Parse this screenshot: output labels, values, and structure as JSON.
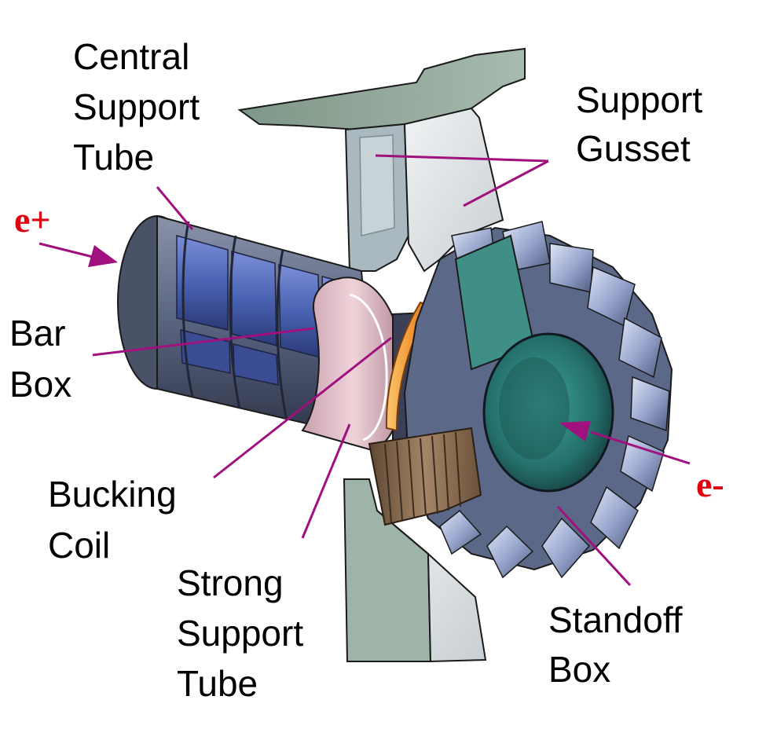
{
  "labels": {
    "central_support_tube": [
      "Central",
      "Support",
      "Tube"
    ],
    "support_gusset": [
      "Support",
      "Gusset"
    ],
    "bar_box": [
      "Bar",
      "Box"
    ],
    "bucking_coil": [
      "Bucking",
      "Coil"
    ],
    "strong_support_tube": [
      "Strong",
      "Support",
      "Tube"
    ],
    "standoff_box": [
      "Standoff",
      "Box"
    ]
  },
  "beams": {
    "positron": "e+",
    "electron": "e-"
  },
  "colors": {
    "leader_line": "#a0107e",
    "beam_label": "#e0000f",
    "support_structure": "#8aa396",
    "central_tube": "#5c6780",
    "bar_box_panels": "#4f68b8",
    "strong_support_ring": "#e2b9c2",
    "bucking_coil": "#f3a24a",
    "standoff_boxes": "#aab7d8",
    "inner_cone": "#2f8c86",
    "coil_bundle": "#8a6b4d"
  }
}
